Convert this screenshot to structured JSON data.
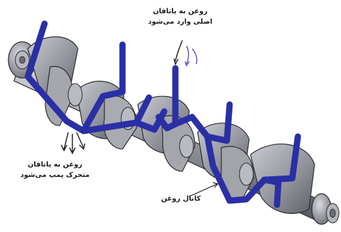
{
  "labels": {
    "main_bearing": {
      "line1": "روغن به یاتاقان",
      "line2": "اصلی وارد می‌شود"
    },
    "rod_bearing": {
      "line1": "روغن به یاتاقان",
      "line2": "متحرک پمپ می‌شود"
    },
    "oil_canal": "کانال روغن"
  },
  "colors": {
    "oil_path": "#2a2fa6",
    "metal": "#8d8f96",
    "metal_light": "#c4c6cc",
    "metal_dark": "#4e5058",
    "outline": "#2b2c30"
  }
}
